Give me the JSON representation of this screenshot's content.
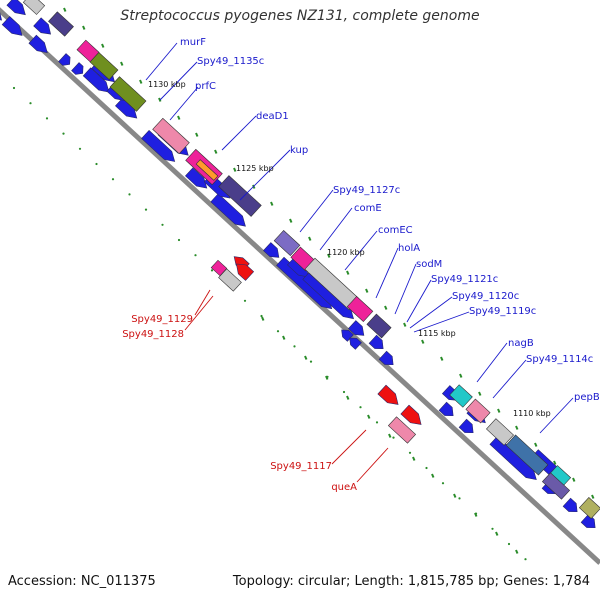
{
  "title": "Streptococcus pyogenes NZ131, complete genome",
  "footer": {
    "accession": "Accession: NC_011375",
    "topology": "Topology: circular; Length: 1,815,785 bp; Genes: 1,784"
  },
  "colors": {
    "backbone": "#888888",
    "cds_forward": "#1f1fe0",
    "cds_reverse": "#ee1111",
    "label_forward": "#1a1acc",
    "label_reverse": "#cc1111",
    "tick": "#2a8c2a",
    "grey": "#c8c8c8",
    "pink": "#ee88aa",
    "magenta": "#ee2299",
    "olive": "#6f8f1f",
    "purple": "#4a3e8a",
    "cyan": "#22c8c8",
    "steel": "#3f72a8"
  },
  "kbp_labels": [
    "1130 kbp",
    "1125 kbp",
    "1120 kbp",
    "1115 kbp",
    "1110 kbp"
  ],
  "forward_labels": [
    "murF",
    "Spy49_1135c",
    "prfC",
    "deaD1",
    "kup",
    "Spy49_1127c",
    "comE",
    "comEC",
    "holA",
    "sodM",
    "Spy49_1121c",
    "Spy49_1120c",
    "Spy49_1119c",
    "nagB",
    "Spy49_1114c",
    "pepB"
  ],
  "reverse_labels": [
    "Spy49_1129",
    "Spy49_1128",
    "Spy49_1117",
    "queA"
  ]
}
